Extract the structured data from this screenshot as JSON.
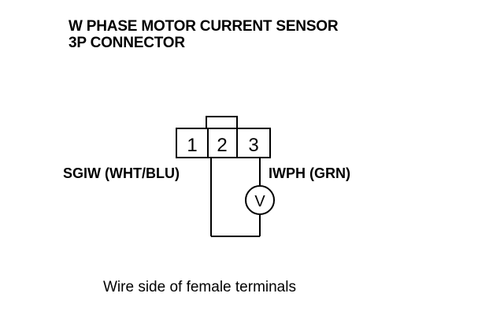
{
  "title": {
    "line1": "W PHASE MOTOR CURRENT SENSOR",
    "line2": "3P CONNECTOR"
  },
  "connector": {
    "pins": [
      "1",
      "2",
      "3"
    ]
  },
  "wires": {
    "left_label": "SGIW (WHT/BLU)",
    "right_label": "IWPH (GRN)"
  },
  "meter": {
    "symbol": "V",
    "icon": "voltmeter-icon"
  },
  "caption": "Wire side of female terminals"
}
